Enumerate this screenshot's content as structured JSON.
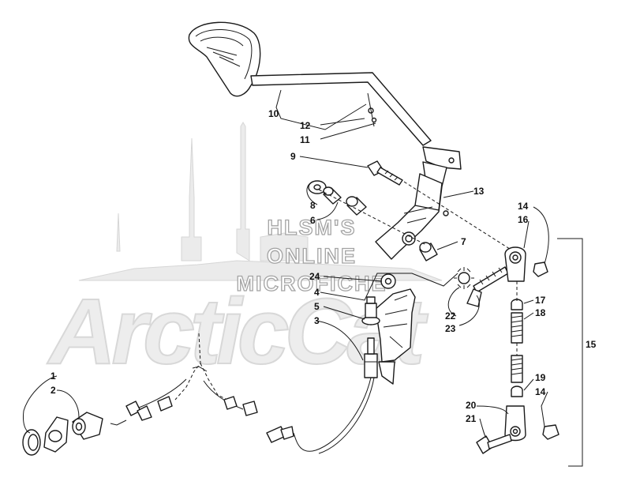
{
  "watermark": {
    "logo": "ArcticCat",
    "lines": [
      "HLSM'S",
      "ONLINE",
      "MICROFICHE"
    ]
  },
  "callouts": [
    {
      "id": "c10",
      "text": "10"
    },
    {
      "id": "c12",
      "text": "12"
    },
    {
      "id": "c11",
      "text": "11"
    },
    {
      "id": "c9",
      "text": "9"
    },
    {
      "id": "c8",
      "text": "8"
    },
    {
      "id": "c6",
      "text": "6"
    },
    {
      "id": "c13",
      "text": "13"
    },
    {
      "id": "c14a",
      "text": "14"
    },
    {
      "id": "c16",
      "text": "16"
    },
    {
      "id": "c7",
      "text": "7"
    },
    {
      "id": "c24",
      "text": "24"
    },
    {
      "id": "c4",
      "text": "4"
    },
    {
      "id": "c5",
      "text": "5"
    },
    {
      "id": "c3",
      "text": "3"
    },
    {
      "id": "c22",
      "text": "22"
    },
    {
      "id": "c23",
      "text": "23"
    },
    {
      "id": "c17",
      "text": "17"
    },
    {
      "id": "c18",
      "text": "18"
    },
    {
      "id": "c15",
      "text": "15"
    },
    {
      "id": "c19",
      "text": "19"
    },
    {
      "id": "c14b",
      "text": "14"
    },
    {
      "id": "c20",
      "text": "20"
    },
    {
      "id": "c21",
      "text": "21"
    },
    {
      "id": "c1",
      "text": "1"
    },
    {
      "id": "c2",
      "text": "2"
    }
  ]
}
